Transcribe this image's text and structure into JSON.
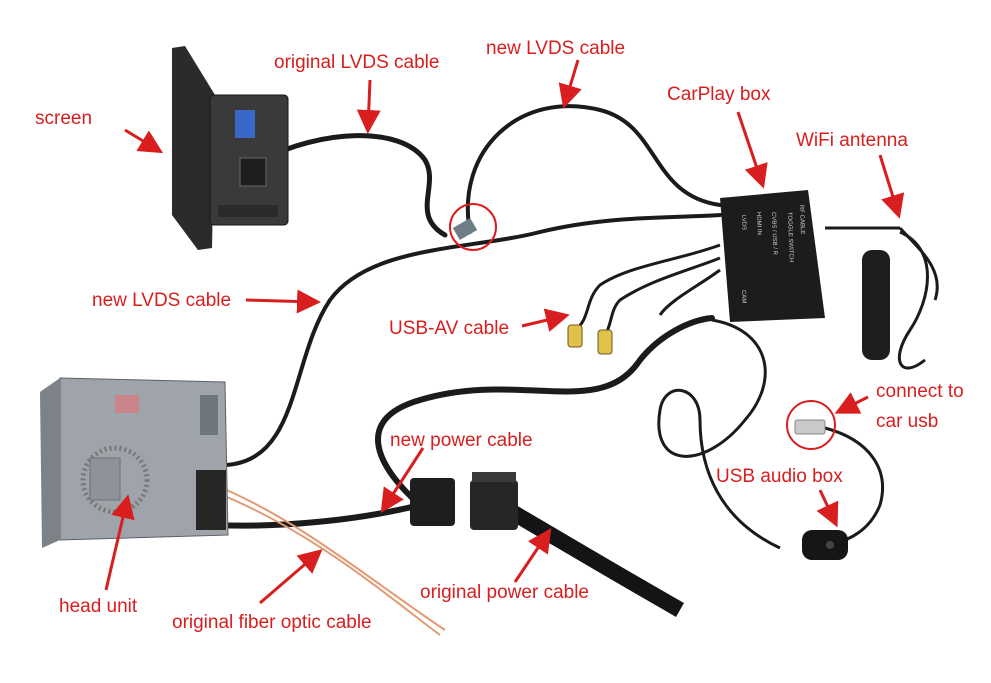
{
  "colors": {
    "annotation": "#d81e1e",
    "cable": "#1b1b1b",
    "device_dark": "#222222",
    "metal": "#9ea4aa",
    "fiber": "#e39a72",
    "connector_yellow": "#e0c14a"
  },
  "labels": {
    "screen": "screen",
    "original_lvds_cable": "original LVDS cable",
    "new_lvds_cable_top": "new LVDS cable",
    "carplay_box": "CarPlay box",
    "wifi_antenna": "WiFi antenna",
    "new_lvds_cable_left": "new LVDS cable",
    "usb_av_cable": "USB-AV cable",
    "connect_to_car_usb_line1": "connect to",
    "connect_to_car_usb_line2": "car usb",
    "new_power_cable": "new power cable",
    "usb_audio_box": "USB audio box",
    "head_unit": "head unit",
    "original_power_cable": "original power cable",
    "original_fiber_optic_cable": "original fiber optic cable"
  },
  "device_print": {
    "carplay_side_labels": [
      "LVDS",
      "HDMI IN",
      "CVBS / USB / R",
      "TOGGLE SWITCH",
      "CAM",
      "RF CABLE"
    ]
  }
}
